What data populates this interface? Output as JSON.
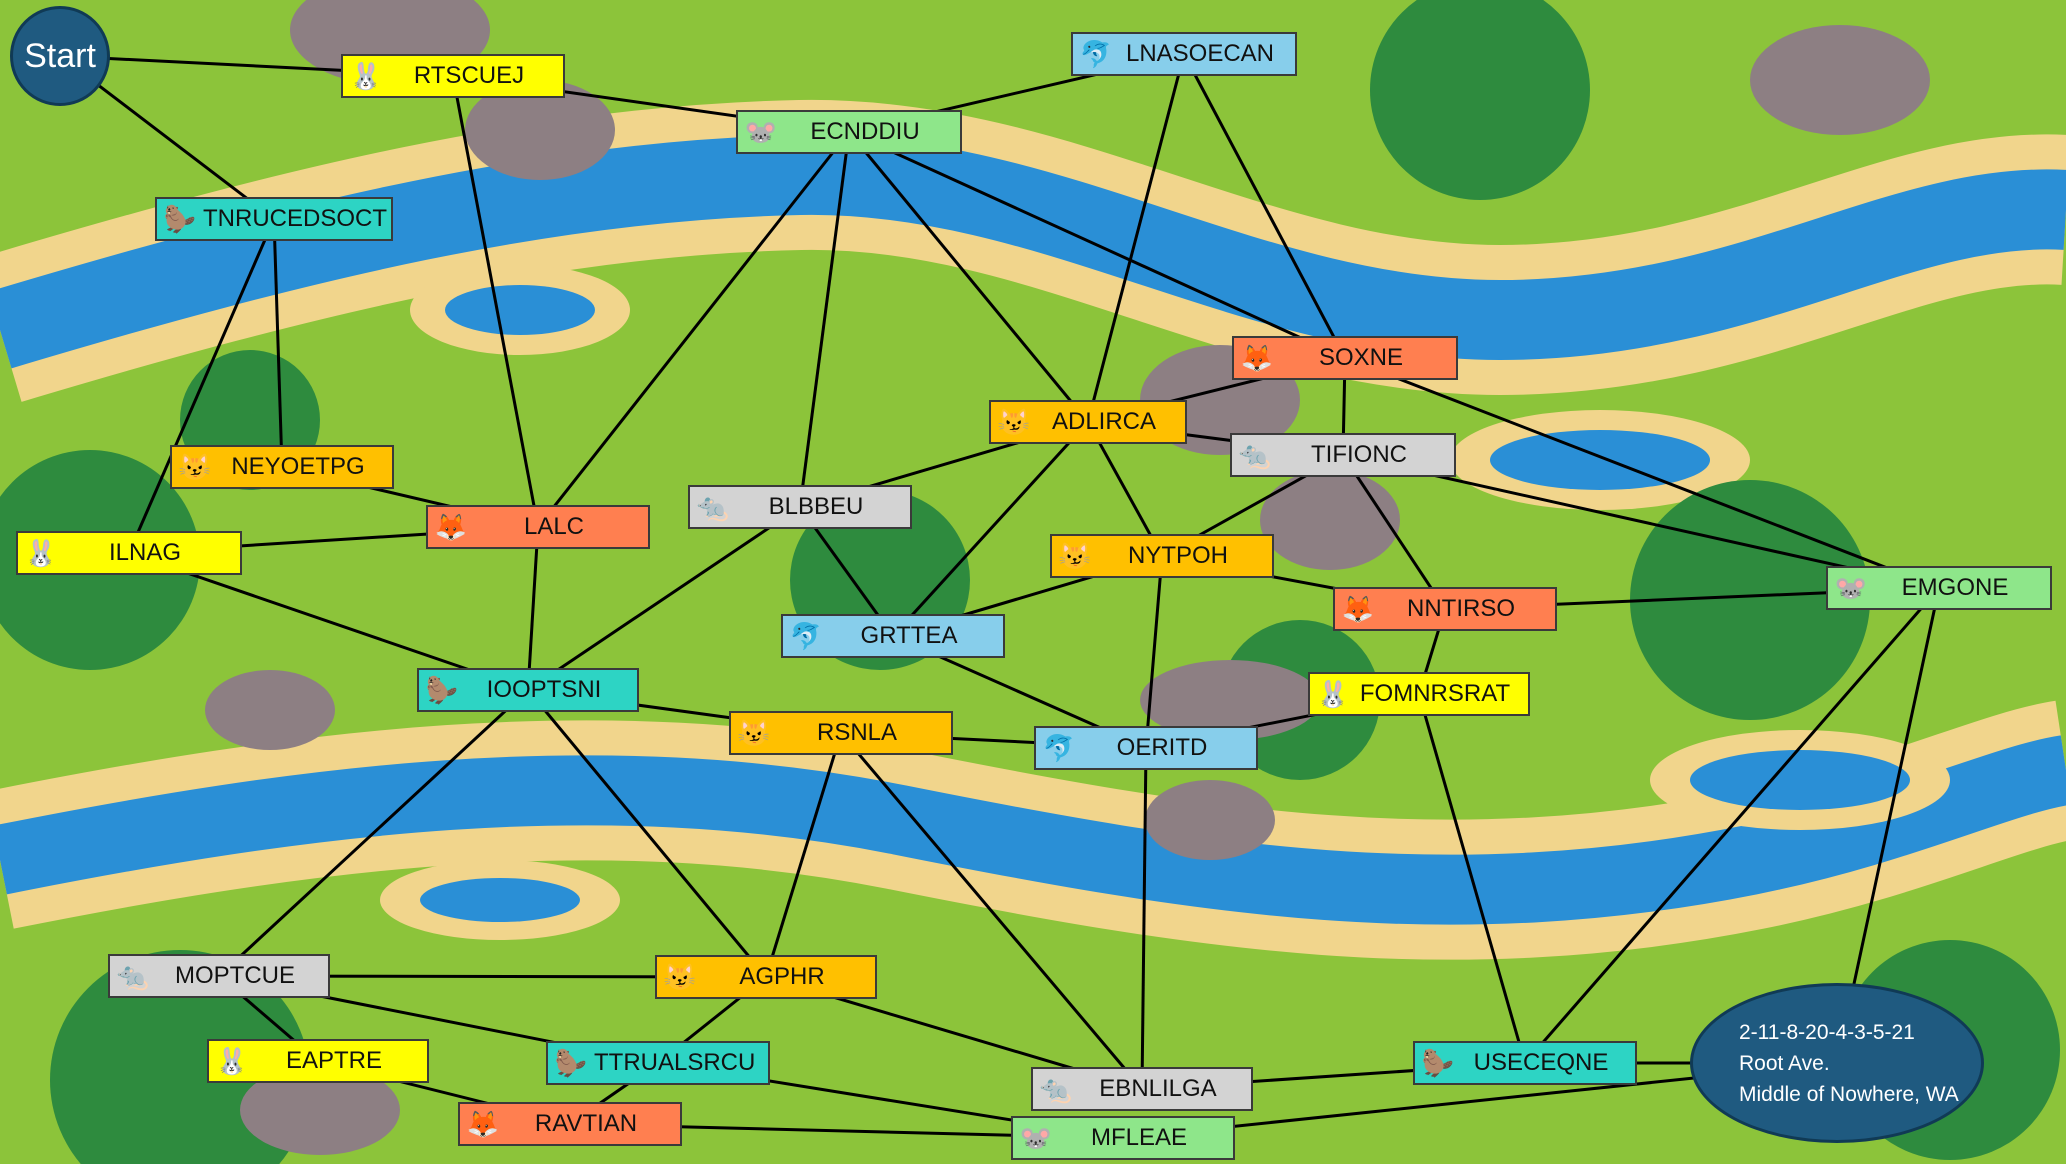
{
  "start_label": "Start",
  "destination": {
    "line1": "2-11-8-20-4-3-5-21",
    "line2": "Root Ave.",
    "line3": "Middle of Nowhere, WA"
  },
  "colors": {
    "yellow": "#ffff00",
    "green": "#8ee68a",
    "blue": "#87ceeb",
    "orange": "#ff7f50",
    "gold": "#ffc000",
    "teal": "#2dd4c4",
    "gray": "#d3d3d3",
    "edge": "#000000"
  },
  "icon_glyphs": {
    "rabbit-icon": "🐰",
    "mouse-icon": "🐭",
    "fox-icon": "🦊",
    "cat-icon": "😼",
    "beaver-icon": "🦫",
    "mole-icon": "🐀",
    "dolphin-icon": "🐬"
  },
  "nodes": [
    {
      "id": "rtscuej",
      "label": "RTSCUEJ",
      "icon": "rabbit-icon",
      "color": "yellow"
    },
    {
      "id": "ecnddiu",
      "label": "ECNDDIU",
      "icon": "mouse-icon",
      "color": "green"
    },
    {
      "id": "lnasoecan",
      "label": "LNASOECAN",
      "icon": "dolphin-icon",
      "color": "blue"
    },
    {
      "id": "tnrucedsoct",
      "label": "TNRUCEDSOCT",
      "icon": "beaver-icon",
      "color": "teal"
    },
    {
      "id": "soxne",
      "label": "SOXNE",
      "icon": "fox-icon",
      "color": "orange"
    },
    {
      "id": "adlirca",
      "label": "ADLIRCA",
      "icon": "cat-icon",
      "color": "gold"
    },
    {
      "id": "tifionc",
      "label": "TIFIONC",
      "icon": "mole-icon",
      "color": "gray"
    },
    {
      "id": "neyoetpg",
      "label": "NEYOETPG",
      "icon": "cat-icon",
      "color": "gold"
    },
    {
      "id": "blbbeu",
      "label": "BLBBEU",
      "icon": "mole-icon",
      "color": "gray"
    },
    {
      "id": "lalc",
      "label": "LALC",
      "icon": "fox-icon",
      "color": "orange"
    },
    {
      "id": "ilnag",
      "label": "ILNAG",
      "icon": "rabbit-icon",
      "color": "yellow"
    },
    {
      "id": "nytpoh",
      "label": "NYTPOH",
      "icon": "cat-icon",
      "color": "gold"
    },
    {
      "id": "emgone",
      "label": "EMGONE",
      "icon": "mouse-icon",
      "color": "green"
    },
    {
      "id": "nntirso",
      "label": "NNTIRSO",
      "icon": "fox-icon",
      "color": "orange"
    },
    {
      "id": "grttea",
      "label": "GRTTEA",
      "icon": "dolphin-icon",
      "color": "blue"
    },
    {
      "id": "iooptsni",
      "label": "IOOPTSNI",
      "icon": "beaver-icon",
      "color": "teal"
    },
    {
      "id": "fomnrsrat",
      "label": "FOMNRSRAT",
      "icon": "rabbit-icon",
      "color": "yellow"
    },
    {
      "id": "rsnla",
      "label": "RSNLA",
      "icon": "cat-icon",
      "color": "gold"
    },
    {
      "id": "oeritd",
      "label": "OERITD",
      "icon": "dolphin-icon",
      "color": "blue"
    },
    {
      "id": "moptcue",
      "label": "MOPTCUE",
      "icon": "mole-icon",
      "color": "gray"
    },
    {
      "id": "agphr",
      "label": "AGPHR",
      "icon": "cat-icon",
      "color": "gold"
    },
    {
      "id": "eaptre",
      "label": "EAPTRE",
      "icon": "rabbit-icon",
      "color": "yellow"
    },
    {
      "id": "trualsrcu",
      "label": "TTRUALSRCU",
      "icon": "beaver-icon",
      "color": "teal"
    },
    {
      "id": "useceqne",
      "label": "USECEQNE",
      "icon": "beaver-icon",
      "color": "teal"
    },
    {
      "id": "ebnlilga",
      "label": "EBNLILGA",
      "icon": "mole-icon",
      "color": "gray"
    },
    {
      "id": "ravtian",
      "label": "RAVTIAN",
      "icon": "fox-icon",
      "color": "orange"
    },
    {
      "id": "mfleae",
      "label": "MFLEAE",
      "icon": "mouse-icon",
      "color": "green"
    }
  ],
  "edges": [
    [
      "start",
      "rtscuej"
    ],
    [
      "start",
      "tnrucedsoct"
    ],
    [
      "rtscuej",
      "ecnddiu"
    ],
    [
      "rtscuej",
      "lalc"
    ],
    [
      "ecnddiu",
      "lnasoecan"
    ],
    [
      "ecnddiu",
      "soxne"
    ],
    [
      "ecnddiu",
      "adlirca"
    ],
    [
      "ecnddiu",
      "blbbeu"
    ],
    [
      "ecnddiu",
      "lalc"
    ],
    [
      "lnasoecan",
      "adlirca"
    ],
    [
      "lnasoecan",
      "soxne"
    ],
    [
      "tnrucedsoct",
      "neyoetpg"
    ],
    [
      "tnrucedsoct",
      "ilnag"
    ],
    [
      "soxne",
      "adlirca"
    ],
    [
      "soxne",
      "tifionc"
    ],
    [
      "soxne",
      "emgone"
    ],
    [
      "adlirca",
      "tifionc"
    ],
    [
      "adlirca",
      "blbbeu"
    ],
    [
      "adlirca",
      "nytpoh"
    ],
    [
      "adlirca",
      "grttea"
    ],
    [
      "tifionc",
      "nytpoh"
    ],
    [
      "tifionc",
      "nntirso"
    ],
    [
      "tifionc",
      "emgone"
    ],
    [
      "neyoetpg",
      "lalc"
    ],
    [
      "lalc",
      "ilnag"
    ],
    [
      "lalc",
      "iooptsni"
    ],
    [
      "ilnag",
      "iooptsni"
    ],
    [
      "blbbeu",
      "grttea"
    ],
    [
      "blbbeu",
      "iooptsni"
    ],
    [
      "nytpoh",
      "nntirso"
    ],
    [
      "nytpoh",
      "grttea"
    ],
    [
      "nytpoh",
      "oeritd"
    ],
    [
      "nntirso",
      "emgone"
    ],
    [
      "nntirso",
      "fomnrsrat"
    ],
    [
      "grttea",
      "oeritd"
    ],
    [
      "iooptsni",
      "rsnla"
    ],
    [
      "iooptsni",
      "moptcue"
    ],
    [
      "iooptsni",
      "agphr"
    ],
    [
      "fomnrsrat",
      "oeritd"
    ],
    [
      "fomnrsrat",
      "useceqne"
    ],
    [
      "rsnla",
      "oeritd"
    ],
    [
      "rsnla",
      "agphr"
    ],
    [
      "rsnla",
      "ebnlilga"
    ],
    [
      "oeritd",
      "ebnlilga"
    ],
    [
      "emgone",
      "useceqne"
    ],
    [
      "emgone",
      "dest"
    ],
    [
      "moptcue",
      "agphr"
    ],
    [
      "moptcue",
      "eaptre"
    ],
    [
      "moptcue",
      "trualsrcu"
    ],
    [
      "agphr",
      "trualsrcu"
    ],
    [
      "agphr",
      "ebnlilga"
    ],
    [
      "eaptre",
      "ravtian"
    ],
    [
      "trualsrcu",
      "ravtian"
    ],
    [
      "trualsrcu",
      "mfleae"
    ],
    [
      "ebnlilga",
      "useceqne"
    ],
    [
      "useceqne",
      "dest"
    ],
    [
      "ravtian",
      "mfleae"
    ],
    [
      "mfleae",
      "dest"
    ]
  ]
}
